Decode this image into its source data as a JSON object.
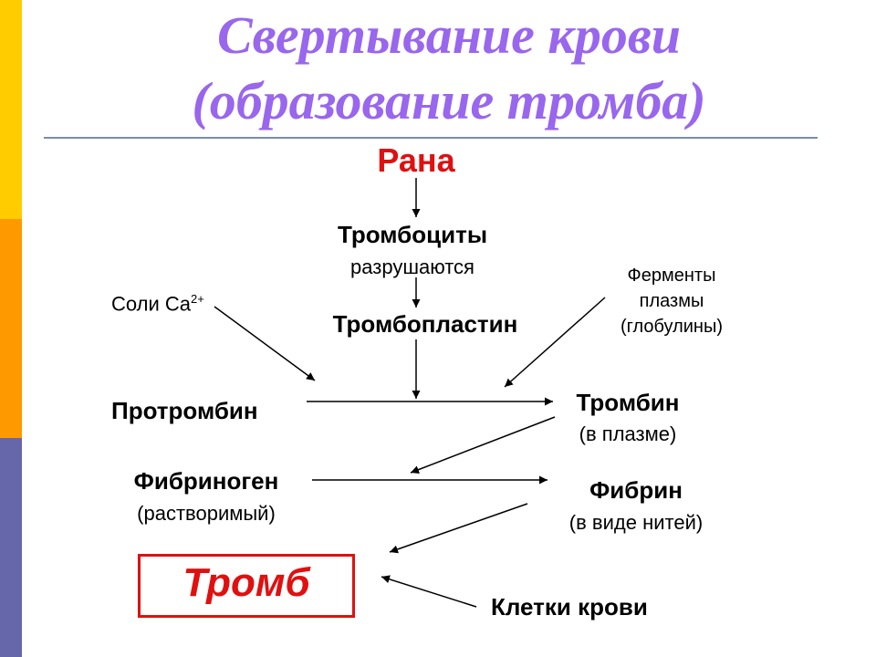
{
  "title": {
    "line1": "Свертывание крови",
    "line2": "(образование тромба)"
  },
  "nodes": {
    "wound": "Рана",
    "platelets": "Тромбоциты",
    "platelets_note": "разрушаются",
    "thromboplastin": "Тромбопластин",
    "calcium_prefix": "Соли Ca",
    "calcium_charge": "2+",
    "enzymes_line1": "Ферменты",
    "enzymes_line2": "плазмы",
    "enzymes_line3": "(глобулины)",
    "prothrombin": "Протромбин",
    "thrombin": "Тромбин",
    "thrombin_note": "(в плазме)",
    "fibrinogen": "Фибриноген",
    "fibrinogen_note": "(растворимый)",
    "fibrin": "Фибрин",
    "fibrin_note": "(в виде нитей)",
    "clot": "Тромб",
    "blood_cells": "Клетки крови"
  },
  "colors": {
    "title": "#9966ee",
    "accent": "#e01010",
    "bar_yellow": "#ffcc00",
    "bar_orange": "#ff9900",
    "bar_purple": "#6666aa"
  }
}
